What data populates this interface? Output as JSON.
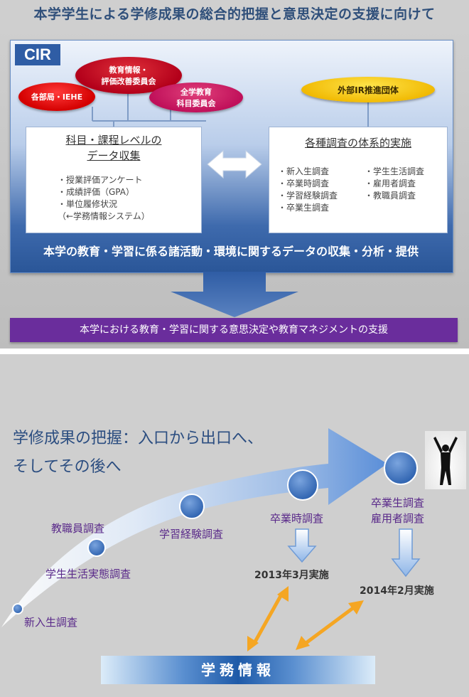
{
  "top": {
    "title": "本学学生による学修成果の総合的把握と意思決定の支援に向けて",
    "cir": "CIR",
    "ellipses": {
      "bukyoku": "各部局・IEHE",
      "kyoiku_1": "教育情報・",
      "kyoiku_2": "評価改善委員会",
      "zengaku_1": "全学教育",
      "zengaku_2": "科目委員会",
      "gaibu": "外部IR推進団体"
    },
    "left_box": {
      "title_1": "科目・課程レベルの",
      "title_2": "データ収集",
      "items": [
        "・授業評価アンケート",
        "・成績評価（GPA）",
        "・単位履修状況",
        "（←学務情報システム）"
      ]
    },
    "right_box": {
      "title": "各種調査の体系的実施",
      "col1": [
        "・新入生調査",
        "・卒業時調査",
        "・学習経験調査",
        "・卒業生調査"
      ],
      "col2": [
        "・学生生活調査",
        "・雇用者調査",
        "・教職員調査"
      ]
    },
    "caption": "本学の教育・学習に係る諸活動・環境に関するデータの収集・分析・提供",
    "purple_bar": "本学における教育・学習に関する意思決定や教育マネジメントの支援"
  },
  "bottom": {
    "title_1": "学修成果の把握：入口から出口へ、",
    "title_2": "そしてその後へ",
    "labels": {
      "shinnyusei": "新入生調査",
      "gakusei_seikatsu": "学生生活実態調査",
      "kyoshokuin": "教職員調査",
      "gakushu_keiken": "学習経験調査",
      "sotsugyoji": "卒業時調査",
      "sotsugyosei": "卒業生調査",
      "koyosha": "雇用者調査"
    },
    "date_1": "2013年3月実施",
    "date_2": "2014年2月実施",
    "kyomu": "学務情報"
  },
  "colors": {
    "navy": "#2f5da5",
    "purple": "#6a2d9c",
    "orange_arrow": "#f5a623",
    "label_purple": "#5a2a8a"
  }
}
